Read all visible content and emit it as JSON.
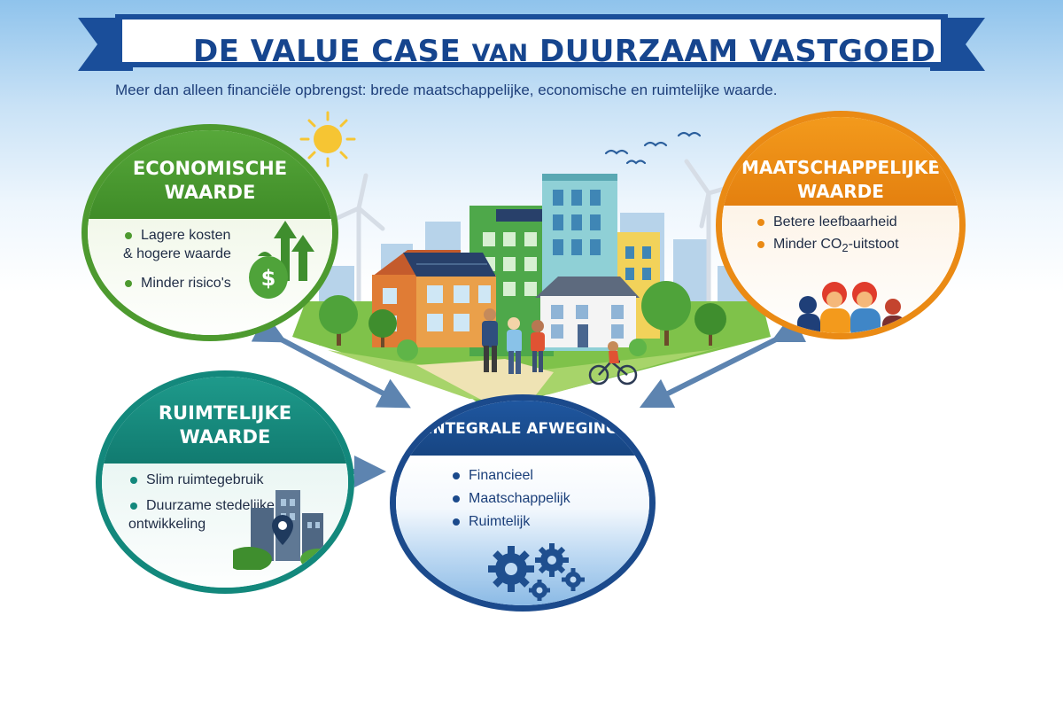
{
  "banner": {
    "title_part1": "DE VALUE CASE",
    "title_part2": "VAN",
    "title_part3": "DUURZAAM VASTGOED"
  },
  "subtitle": "Meer dan alleen financiële opbrengst: brede maatschappelijke, economische en ruimtelijke waarde.",
  "circles": {
    "economisch": {
      "title_line1": "ECONOMISCHE",
      "title_line2": "WAARDE",
      "items": [
        "Lagere kosten",
        "& hogere waarde",
        "Minder risico's"
      ],
      "color": "#4d9a2f"
    },
    "maatschappelijk": {
      "title_line1": "MAATSCHAPPELIJKE",
      "title_line2": "WAARDE",
      "item1": "Betere leefbaarheid",
      "item2_prefix": "Minder CO",
      "item2_sub": "2",
      "item2_suffix": "-uitstoot",
      "color": "#ea8a14"
    },
    "ruimtelijk": {
      "title_line1": "RUIMTELIJKE",
      "title_line2": "WAARDE",
      "items": [
        "Slim ruimtegebruik",
        "Duurzame stedelijke",
        "ontwikkeling"
      ],
      "color": "#13887c"
    },
    "integraal": {
      "title": "INTEGRALE AFWEGING",
      "items": [
        "Financieel",
        "Maatschappelijk",
        "Ruimtelijk"
      ],
      "color": "#1b4a8c"
    }
  },
  "icons": [
    "sun-icon",
    "bird-icon",
    "wind-turbine-icon",
    "money-bag-icon",
    "growth-arrows-icon",
    "people-icon",
    "map-pin-icon",
    "gear-icon",
    "cyclist-icon"
  ]
}
